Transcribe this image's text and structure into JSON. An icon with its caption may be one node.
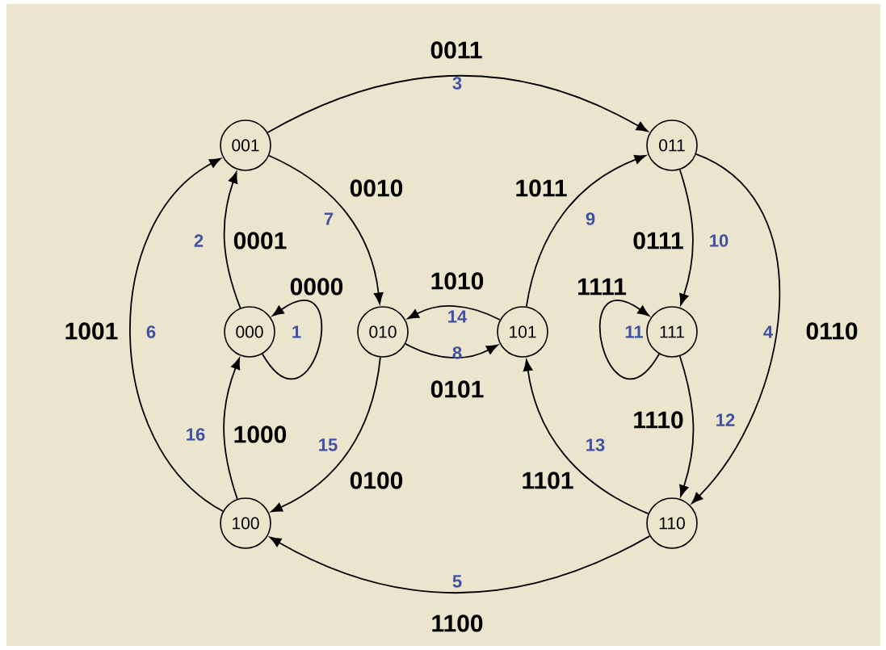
{
  "diagram": {
    "nodes": [
      {
        "text": [
          "000"
        ]
      },
      {
        "text": [
          "001"
        ]
      },
      {
        "text": [
          "010"
        ]
      },
      {
        "text": [
          "011"
        ]
      },
      {
        "text": [
          "100"
        ]
      },
      {
        "text": [
          "101"
        ]
      },
      {
        "text": [
          "110"
        ]
      },
      {
        "text": [
          "111"
        ]
      }
    ],
    "edges": [
      {
        "from": 0,
        "to": 0,
        "arrow": "to",
        "label": "0000"
      },
      {
        "from": 0,
        "to": 1,
        "arrow": "to",
        "label": "0001"
      },
      {
        "from": 1,
        "to": 3,
        "arrow": "to",
        "label": "0011"
      },
      {
        "from": 3,
        "to": 6,
        "arrow": "to",
        "label": "0110"
      },
      {
        "from": 6,
        "to": 4,
        "arrow": "to",
        "label": "1100"
      },
      {
        "from": 4,
        "to": 1,
        "arrow": "to",
        "label": "1001"
      },
      {
        "from": 1,
        "to": 2,
        "arrow": "to",
        "label": "0010"
      },
      {
        "from": 2,
        "to": 5,
        "arrow": "to",
        "label": "0101"
      },
      {
        "from": 5,
        "to": 3,
        "arrow": "to",
        "label": "1011"
      },
      {
        "from": 3,
        "to": 7,
        "arrow": "to",
        "label": "0111"
      },
      {
        "from": 7,
        "to": 7,
        "arrow": "to",
        "label": "1111"
      },
      {
        "from": 7,
        "to": 6,
        "arrow": "to",
        "label": "1110"
      },
      {
        "from": 6,
        "to": 5,
        "arrow": "to",
        "label": "1101"
      },
      {
        "from": 5,
        "to": 2,
        "arrow": "to",
        "label": "1010"
      },
      {
        "from": 2,
        "to": 4,
        "arrow": "to",
        "label": "0100"
      },
      {
        "from": 4,
        "to": 0,
        "arrow": "to",
        "label": "1000"
      }
    ],
    "labels": [
      "3",
      "7",
      "2",
      "9",
      "10",
      "14",
      "6",
      "1",
      "11",
      "4",
      "8",
      "16",
      "15",
      "13",
      "12",
      "5"
    ]
  }
}
